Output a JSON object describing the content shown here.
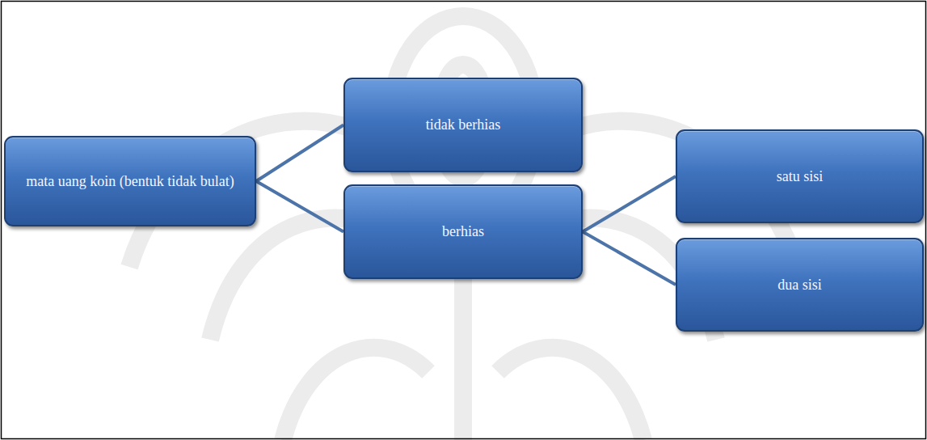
{
  "diagram": {
    "nodes": [
      {
        "text": [
          "mata uang koin (bentuk tidak bulat)"
        ]
      },
      {
        "text": [
          "tidak berhias"
        ]
      },
      {
        "text": [
          "berhias"
        ]
      },
      {
        "text": [
          "satu sisi"
        ]
      },
      {
        "text": [
          "dua sisi"
        ]
      }
    ],
    "edges": [
      {
        "from": 0,
        "to": 1,
        "arrow": "none"
      },
      {
        "from": 0,
        "to": 2,
        "arrow": "none"
      },
      {
        "from": 2,
        "to": 3,
        "arrow": "none"
      },
      {
        "from": 2,
        "to": 4,
        "arrow": "none"
      }
    ]
  }
}
